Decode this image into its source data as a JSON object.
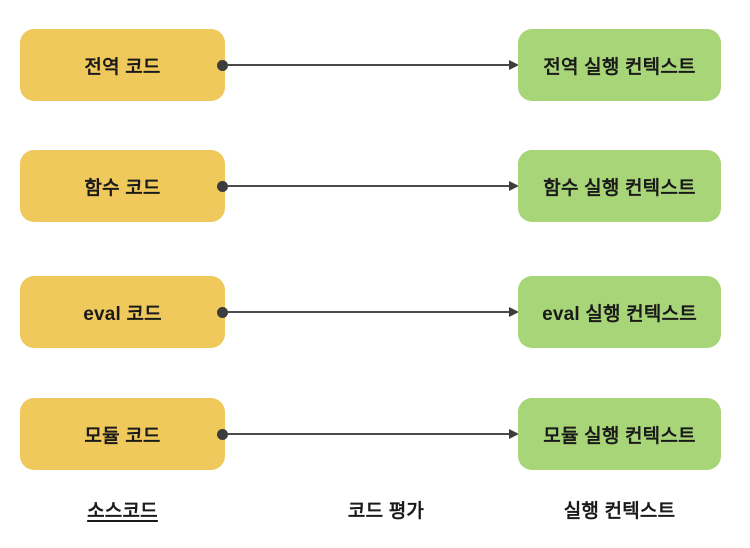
{
  "diagram": {
    "title_hint": "source code types mapped to execution contexts",
    "rows": [
      {
        "source": "전역 코드",
        "target": "전역 실행 컨텍스트"
      },
      {
        "source": "함수 코드",
        "target": "함수 실행 컨텍스트"
      },
      {
        "source": "eval 코드",
        "target": "eval 실행 컨텍스트"
      },
      {
        "source": "모듈 코드",
        "target": "모듈 실행 컨텍스트"
      }
    ],
    "footer": {
      "source_label": "소스코드",
      "middle_label": "코드 평가",
      "target_label": "실행 컨텍스트"
    },
    "colors": {
      "source_box": "#F0C95C",
      "target_box": "#A8D578",
      "connector_line": "#4A4A4A",
      "connector_dot": "#3D3D3D",
      "text": "#1A1A1A",
      "background": "#FFFFFF"
    }
  }
}
